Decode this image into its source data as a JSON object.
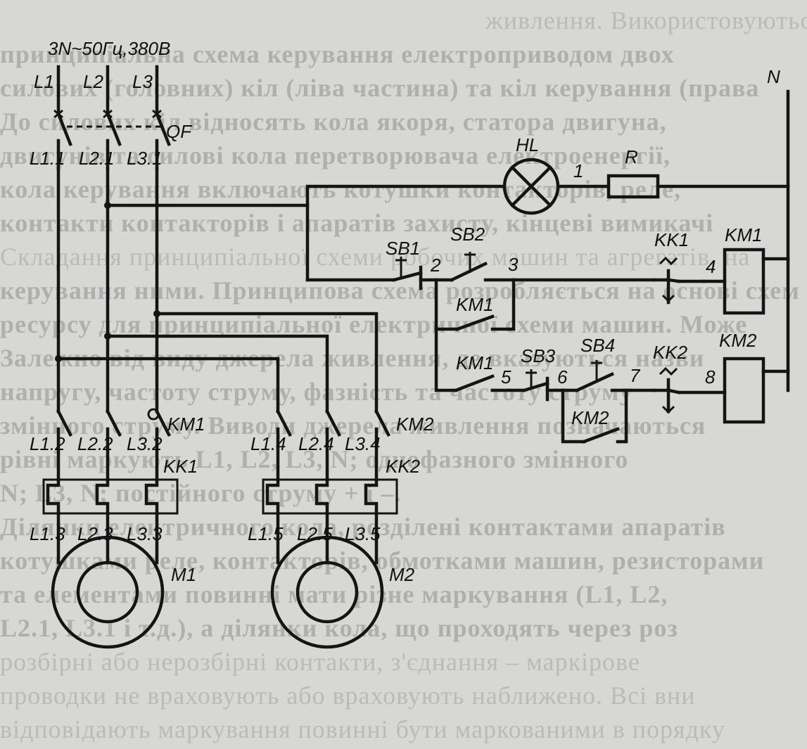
{
  "background_text": [
    "живлення. Використовуються ці схеми для вивчення принципу",
    "принципіальна схема керування електроприводом двох",
    "силових (головних) кіл (ліва частина) та кіл керування (права",
    "До силових кіл відносять кола якоря, статора двигуна,",
    "двигунів та силові кола перетворювача електроенергії,",
    "кола керування включають котушки контакторів, реле,",
    "контакти контакторів і апаратів захисту, кінцеві вимикачі",
    "Складання принципіальної схеми робочих машин та агрегатів, на",
    "керування ними. Принципова схема розробляється на основі схем",
    "ресурсу для принципіальної електричної схеми машин. Може",
    "Залежно від виду джерела живлення, де вказуються назви",
    "напругу, частоту струму, фазність та частоту струму",
    "змінного струму. Виводи джерела живлення позначаються",
    "рівні маркують L1, L2, L3, N; однофазного змінного",
    "N; L3, N; постійного струму + і –.",
    "Ділянки електричного кола, розділені контактами апаратів",
    "котушками реле, контакторів, обмотками машин, резисторами",
    "та елементами повинні мати різне маркування (L1, L2,",
    "L2.1, L3.1 і т.д.), а ділянки кола, що проходять через роз",
    "розбірні або нерозбірні контакти, з'єднання – маркірове",
    "проводки не враховують або враховують наближено. Всі вни",
    "відповідають маркування повинні бути маркованими в порядку"
  ],
  "supply": {
    "label": "3N~50Гц,380В"
  },
  "lines": {
    "L1": "L1",
    "L2": "L2",
    "L3": "L3",
    "N": "N"
  },
  "breaker": {
    "label": "QF",
    "out": [
      "L1.1",
      "L2.1",
      "L3.1"
    ]
  },
  "lamp": {
    "label": "HL",
    "node": "1"
  },
  "resistor": {
    "label": "R"
  },
  "buttons": {
    "SB1": "SB1",
    "SB2": "SB2",
    "SB3": "SB3",
    "SB4": "SB4"
  },
  "control_nodes": {
    "n2": "2",
    "n3": "3",
    "n4": "4",
    "n5": "5",
    "n6": "6",
    "n7": "7",
    "n8": "8"
  },
  "overload_contacts": {
    "KK1": "KK1",
    "KK2": "KK2"
  },
  "coils": {
    "KM1": "KM1",
    "KM2": "KM2"
  },
  "aux_contacts": {
    "km1_hold": "KM1",
    "km1_interlock": "KM1",
    "km2_hold": "KM2"
  },
  "motor1_circuit": {
    "contactor": "KM1",
    "after_contactor": [
      "L1.2",
      "L2.2",
      "L3.2"
    ],
    "relay": "KK1",
    "after_relay": [
      "L1.3",
      "L2.3",
      "L3.3"
    ],
    "motor": "M1"
  },
  "motor2_circuit": {
    "contactor": "KM2",
    "after_contactor": [
      "L1.4",
      "L2.4",
      "L3.4"
    ],
    "relay": "KK2",
    "after_relay": [
      "L1.5",
      "L2.5",
      "L3.5"
    ],
    "motor": "M2"
  }
}
